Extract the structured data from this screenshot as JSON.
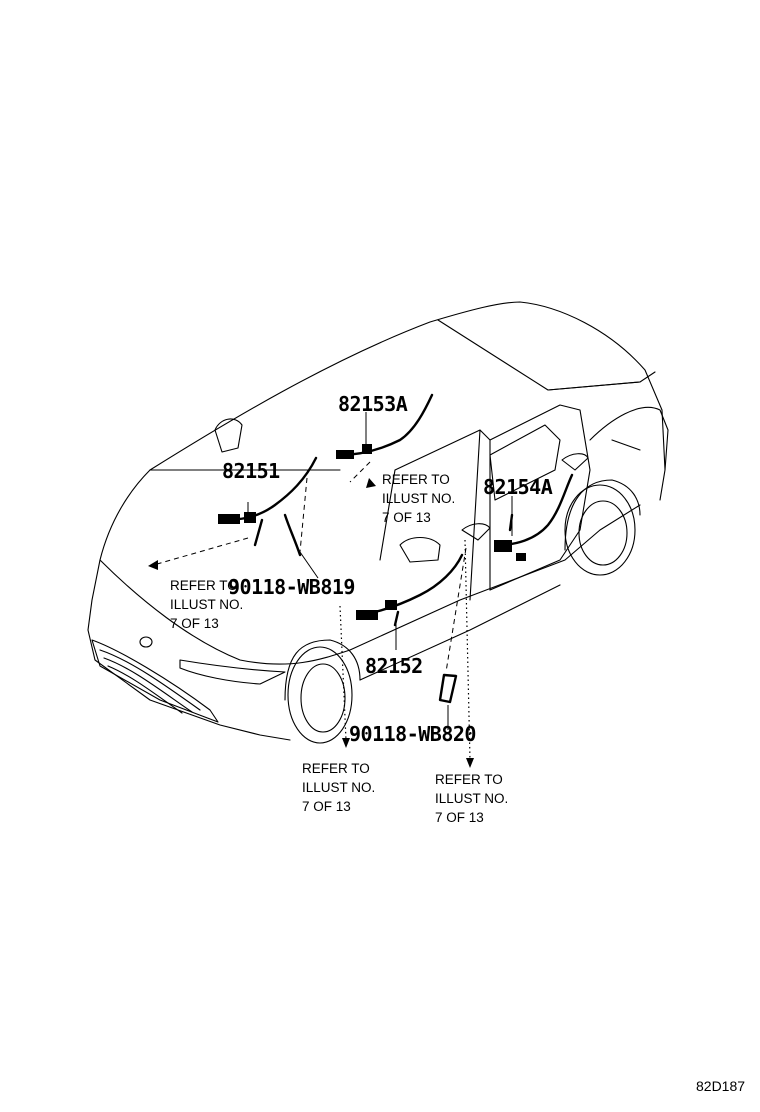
{
  "parts": {
    "p82153a": "82153A",
    "p82151": "82151",
    "p82154a": "82154A",
    "p82152": "82152",
    "p90118_wb819": "90118-WB819",
    "p90118_wb820": "90118-WB820"
  },
  "references": {
    "ref_roof": [
      "REFER TO",
      "ILLUST NO.",
      "7 OF 13"
    ],
    "ref_front": [
      "REFER TO",
      "ILLUST NO.",
      "7 OF 13"
    ],
    "ref_bottom_left": [
      "REFER TO",
      "ILLUST NO.",
      "7 OF 13"
    ],
    "ref_bottom_right": [
      "REFER TO",
      "ILLUST NO.",
      "7 OF 13"
    ]
  },
  "illustration_code": "82D187"
}
